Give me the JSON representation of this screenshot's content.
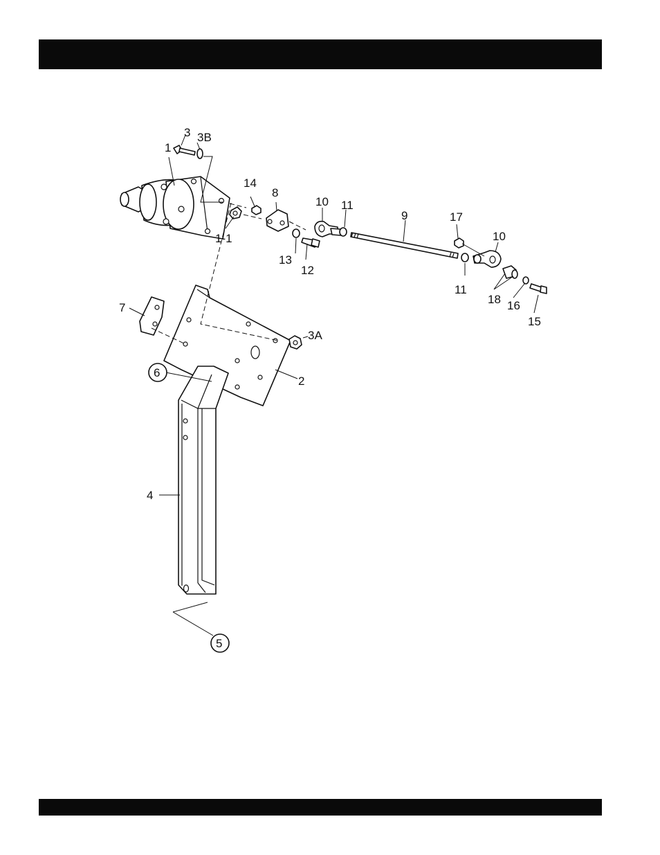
{
  "callouts": {
    "c1": "1",
    "c1_1": "1-1",
    "c2": "2",
    "c3": "3",
    "c3A": "3A",
    "c3B": "3B",
    "c4": "4",
    "c5": "5",
    "c6": "6",
    "c7": "7",
    "c8": "8",
    "c9": "9",
    "c10a": "10",
    "c10b": "10",
    "c11a": "11",
    "c11b": "11",
    "c12": "12",
    "c13": "13",
    "c14": "14",
    "c15": "15",
    "c16": "16",
    "c17": "17",
    "c18": "18"
  }
}
